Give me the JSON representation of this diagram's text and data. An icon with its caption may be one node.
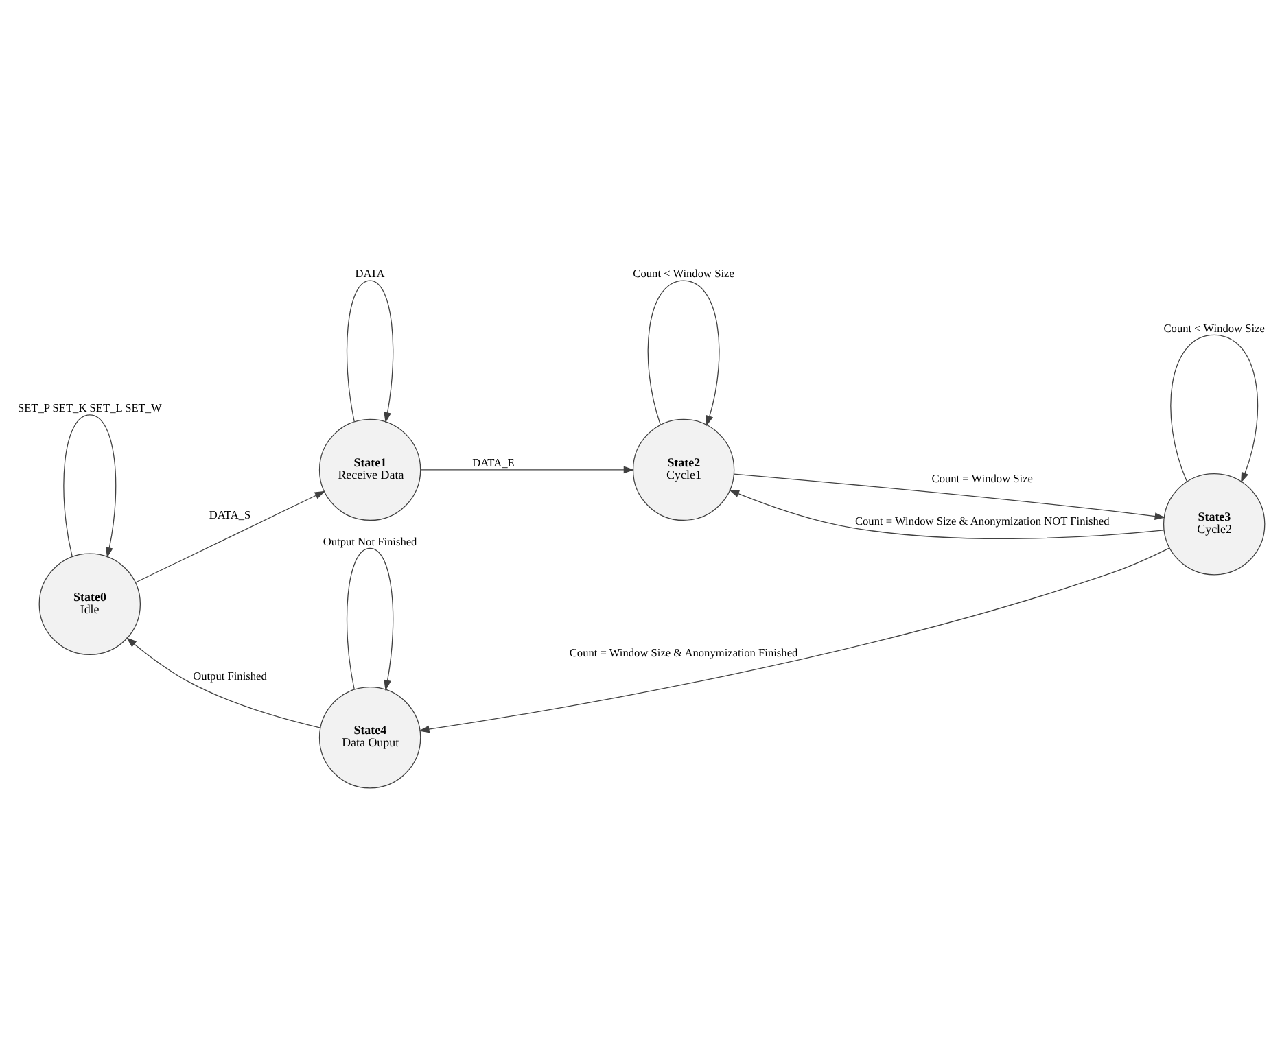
{
  "diagram": {
    "nodes": [
      {
        "text": [
          "State0",
          "Idle"
        ]
      },
      {
        "text": [
          "State1",
          "Receive Data"
        ]
      },
      {
        "text": [
          "State2",
          "Cycle1"
        ]
      },
      {
        "text": [
          "State3",
          "Cycle2"
        ]
      },
      {
        "text": [
          "State4",
          "Data Ouput"
        ]
      }
    ],
    "edges": [
      {
        "from": 0,
        "to": 0,
        "arrow": "to",
        "label": "SET_P SET_K SET_L SET_W"
      },
      {
        "from": 0,
        "to": 1,
        "arrow": "to",
        "label": "DATA_S"
      },
      {
        "from": 1,
        "to": 1,
        "arrow": "to",
        "label": "DATA"
      },
      {
        "from": 1,
        "to": 2,
        "arrow": "to",
        "label": "DATA_E"
      },
      {
        "from": 2,
        "to": 2,
        "arrow": "to",
        "label": "Count < Window Size"
      },
      {
        "from": 2,
        "to": 3,
        "arrow": "to",
        "label": "Count = Window Size"
      },
      {
        "from": 3,
        "to": 2,
        "arrow": "to",
        "label": "Count = Window Size & Anonymization NOT Finished"
      },
      {
        "from": 3,
        "to": 4,
        "arrow": "to",
        "label": "Count = Window Size & Anonymization Finished"
      },
      {
        "from": 3,
        "to": 3,
        "arrow": "to",
        "label": "Count < Window Size"
      },
      {
        "from": 4,
        "to": 4,
        "arrow": "to",
        "label": "Output Not Finished"
      },
      {
        "from": 4,
        "to": 0,
        "arrow": "to",
        "label": "Output Finished"
      }
    ]
  }
}
